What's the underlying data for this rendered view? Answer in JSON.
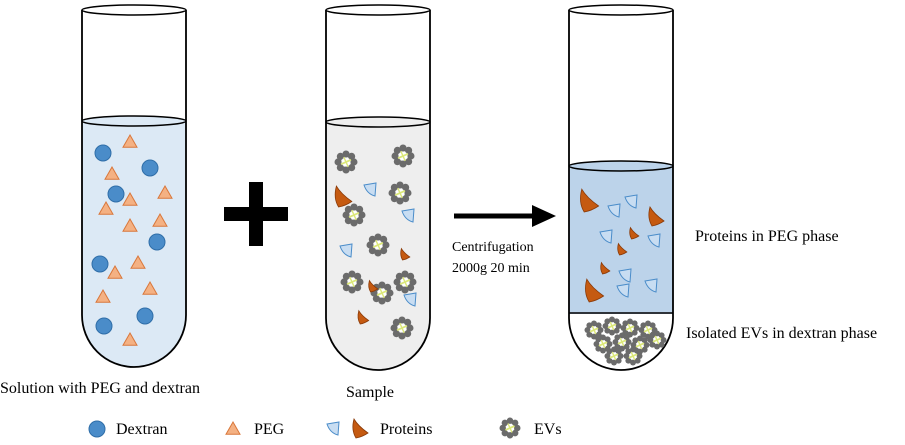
{
  "labels": {
    "tube1_caption": "Solution with PEG and dextran",
    "tube2_caption": "Sample",
    "arrow_line1": "Centrifugation",
    "arrow_line2": "2000g 20 min",
    "top_phase": "Proteins in PEG phase",
    "bottom_phase": "Isolated EVs in dextran phase"
  },
  "legend": {
    "dextran": "Dextran",
    "peg": "PEG",
    "proteins": "Proteins",
    "evs": "EVs"
  },
  "colors": {
    "dextran_fill": "#4a8cc9",
    "peg_fill": "#f4b183",
    "peg_stroke": "#d9773a",
    "protein_fill": "#c55a11",
    "protein_light_fill": "#c8ddf2",
    "ev_gray": "#6b6b6b",
    "ev_yellow": "#dce87a",
    "solution_light": "#dce9f5",
    "sample_gray": "#eeeeee",
    "peg_phase": "#bcd3ea"
  }
}
